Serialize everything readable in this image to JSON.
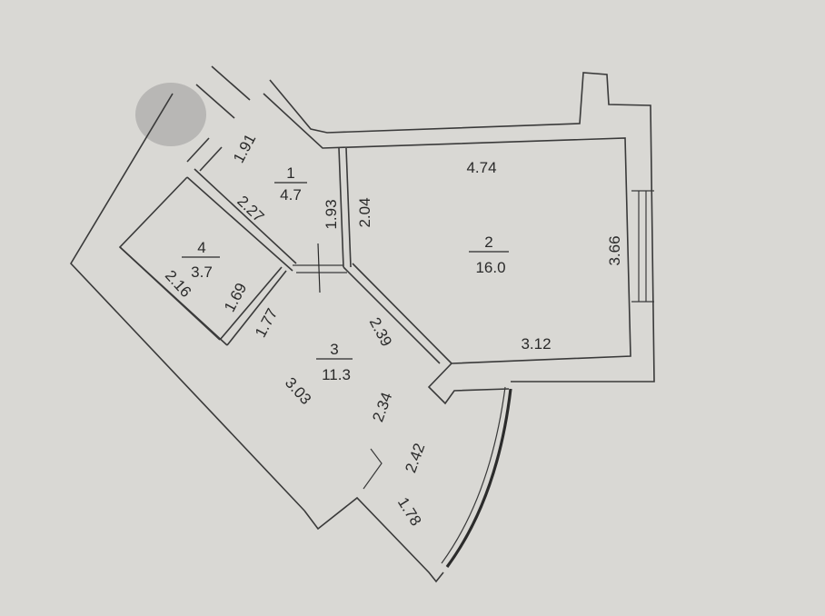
{
  "colors": {
    "paper": "#d9d8d4",
    "line": "#3a3a3a",
    "marker": "#b8b7b5"
  },
  "rooms": [
    {
      "number": "1",
      "area": "4.7"
    },
    {
      "number": "2",
      "area": "16.0"
    },
    {
      "number": "3",
      "area": "11.3"
    },
    {
      "number": "4",
      "area": "3.7"
    }
  ],
  "dimensions": {
    "d_191": "1.91",
    "d_227": "2.27",
    "d_193": "1.93",
    "d_204": "2.04",
    "d_474": "4.74",
    "d_366": "3.66",
    "d_312": "3.12",
    "d_239": "2.39",
    "d_169": "1.69",
    "d_216": "2.16",
    "d_177": "1.77",
    "d_303": "3.03",
    "d_234": "2.34",
    "d_242": "2.42",
    "d_178": "1.78"
  }
}
